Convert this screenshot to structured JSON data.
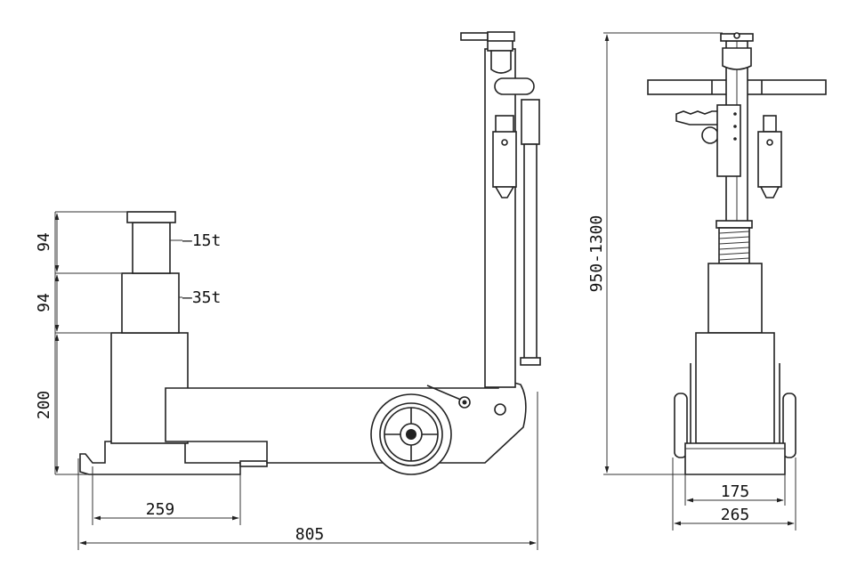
{
  "dimensions": {
    "stage_top_height": "94",
    "stage_mid_height": "94",
    "base_height": "200",
    "base_width": "259",
    "overall_length": "805",
    "height_range": "950-1300",
    "inner_width": "175",
    "outer_width": "265"
  },
  "capacities": {
    "stage_one": "—15t",
    "stage_two": "—35t"
  },
  "colors": {
    "line": "#222222",
    "background": "#ffffff"
  }
}
